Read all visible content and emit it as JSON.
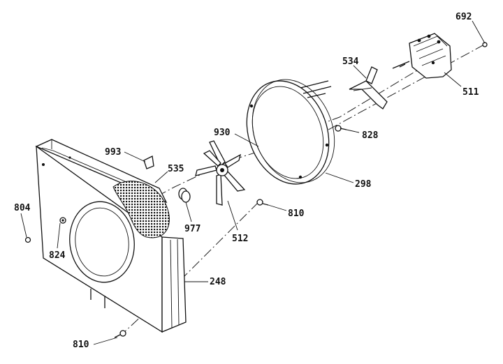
{
  "colors": {
    "ink": "#111111",
    "paper": "#ffffff"
  },
  "labels": {
    "l692": "692",
    "l534": "534",
    "l511": "511",
    "l828": "828",
    "l930": "930",
    "l298": "298",
    "l993": "993",
    "l535": "535",
    "l810a": "810",
    "l977": "977",
    "l512": "512",
    "l804": "804",
    "l824": "824",
    "l248": "248",
    "l810b": "810"
  }
}
